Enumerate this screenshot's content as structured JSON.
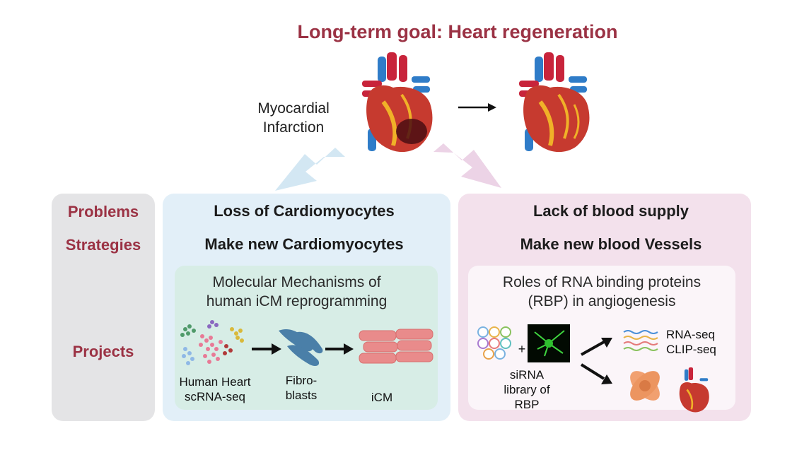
{
  "title": "Long-term goal: Heart regeneration",
  "mi_label": "Myocardial\nInfarction",
  "rows": {
    "problems": "Problems",
    "strategies": "Strategies",
    "projects": "Projects"
  },
  "left_panel": {
    "problem": "Loss of Cardiomyocytes",
    "strategy": "Make new Cardiomyocytes",
    "project_title": "Molecular Mechanisms of\nhuman iCM reprogramming",
    "step1": "Human Heart\nscRNA-seq",
    "step2": "Fibro-\nblasts",
    "step3": "iCM"
  },
  "right_panel": {
    "problem": "Lack of blood supply",
    "strategy": "Make new blood Vessels",
    "project_title": "Roles of RNA binding proteins\n(RBP) in angiogenesis",
    "library": "siRNA\nlibrary of\nRBP",
    "plus": "+",
    "rnaseq": "RNA-seq",
    "clipseq": "CLIP-seq"
  },
  "colors": {
    "accent": "#9b3244",
    "blue_panel": "#e2eff8",
    "pink_panel": "#f3e1ec",
    "green_inner": "#d7ede6"
  }
}
